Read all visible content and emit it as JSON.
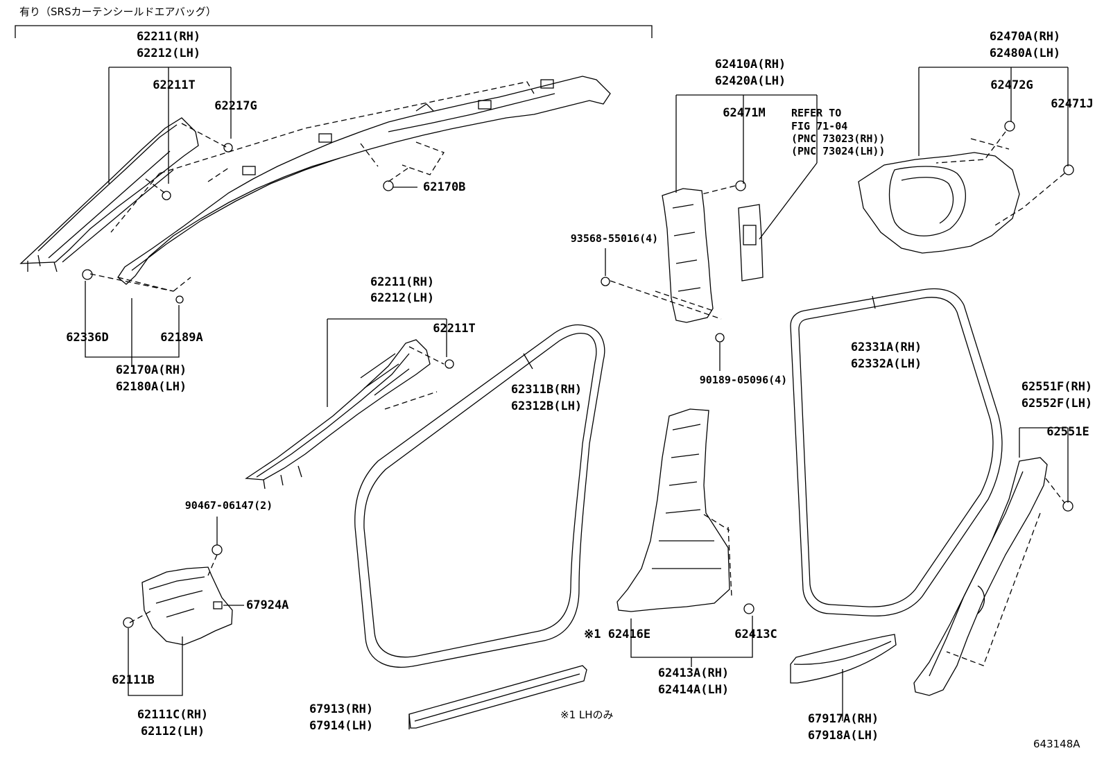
{
  "header_note": "有り（SRSカーテンシールドエアバッグ）",
  "footnote": "※1 LHのみ",
  "figure_id": "643148A",
  "refer": {
    "line1": "REFER TO",
    "line2": "FIG 71-04",
    "line3": "(PNC 73023(RH))",
    "line4": "(PNC 73024(LH))"
  },
  "parts": {
    "p62211_rh_top": "62211(RH)",
    "p62212_lh_top": "62212(LH)",
    "p62211T_top": "62211T",
    "p62217G": "62217G",
    "p62170B": "62170B",
    "p62336D": "62336D",
    "p62189A": "62189A",
    "p62170A_rh": "62170A(RH)",
    "p62180A_lh": "62180A(LH)",
    "p62211_rh_mid": "62211(RH)",
    "p62212_lh_mid": "62212(LH)",
    "p62211T_mid": "62211T",
    "p62311B_rh": "62311B(RH)",
    "p62312B_lh": "62312B(LH)",
    "p90467": "90467-06147(2)",
    "p67924A": "67924A",
    "p62111B": "62111B",
    "p62111C_rh": "62111C(RH)",
    "p62112_lh": "62112(LH)",
    "p67913_rh": "67913(RH)",
    "p67914_lh": "67914(LH)",
    "p62410A_rh": "62410A(RH)",
    "p62420A_lh": "62420A(LH)",
    "p62471M": "62471M",
    "p93568": "93568-55016(4)",
    "p90189": "90189-05096(4)",
    "p62416E": "※1 62416E",
    "p62413C": "62413C",
    "p62413A_rh": "62413A(RH)",
    "p62414A_lh": "62414A(LH)",
    "p62470A_rh": "62470A(RH)",
    "p62480A_lh": "62480A(LH)",
    "p62472G": "62472G",
    "p62471J": "62471J",
    "p62331A_rh": "62331A(RH)",
    "p62332A_lh": "62332A(LH)",
    "p62551F_rh": "62551F(RH)",
    "p62552F_lh": "62552F(LH)",
    "p62551E": "62551E",
    "p67917A_rh": "67917A(RH)",
    "p67918A_lh": "67918A(LH)"
  }
}
